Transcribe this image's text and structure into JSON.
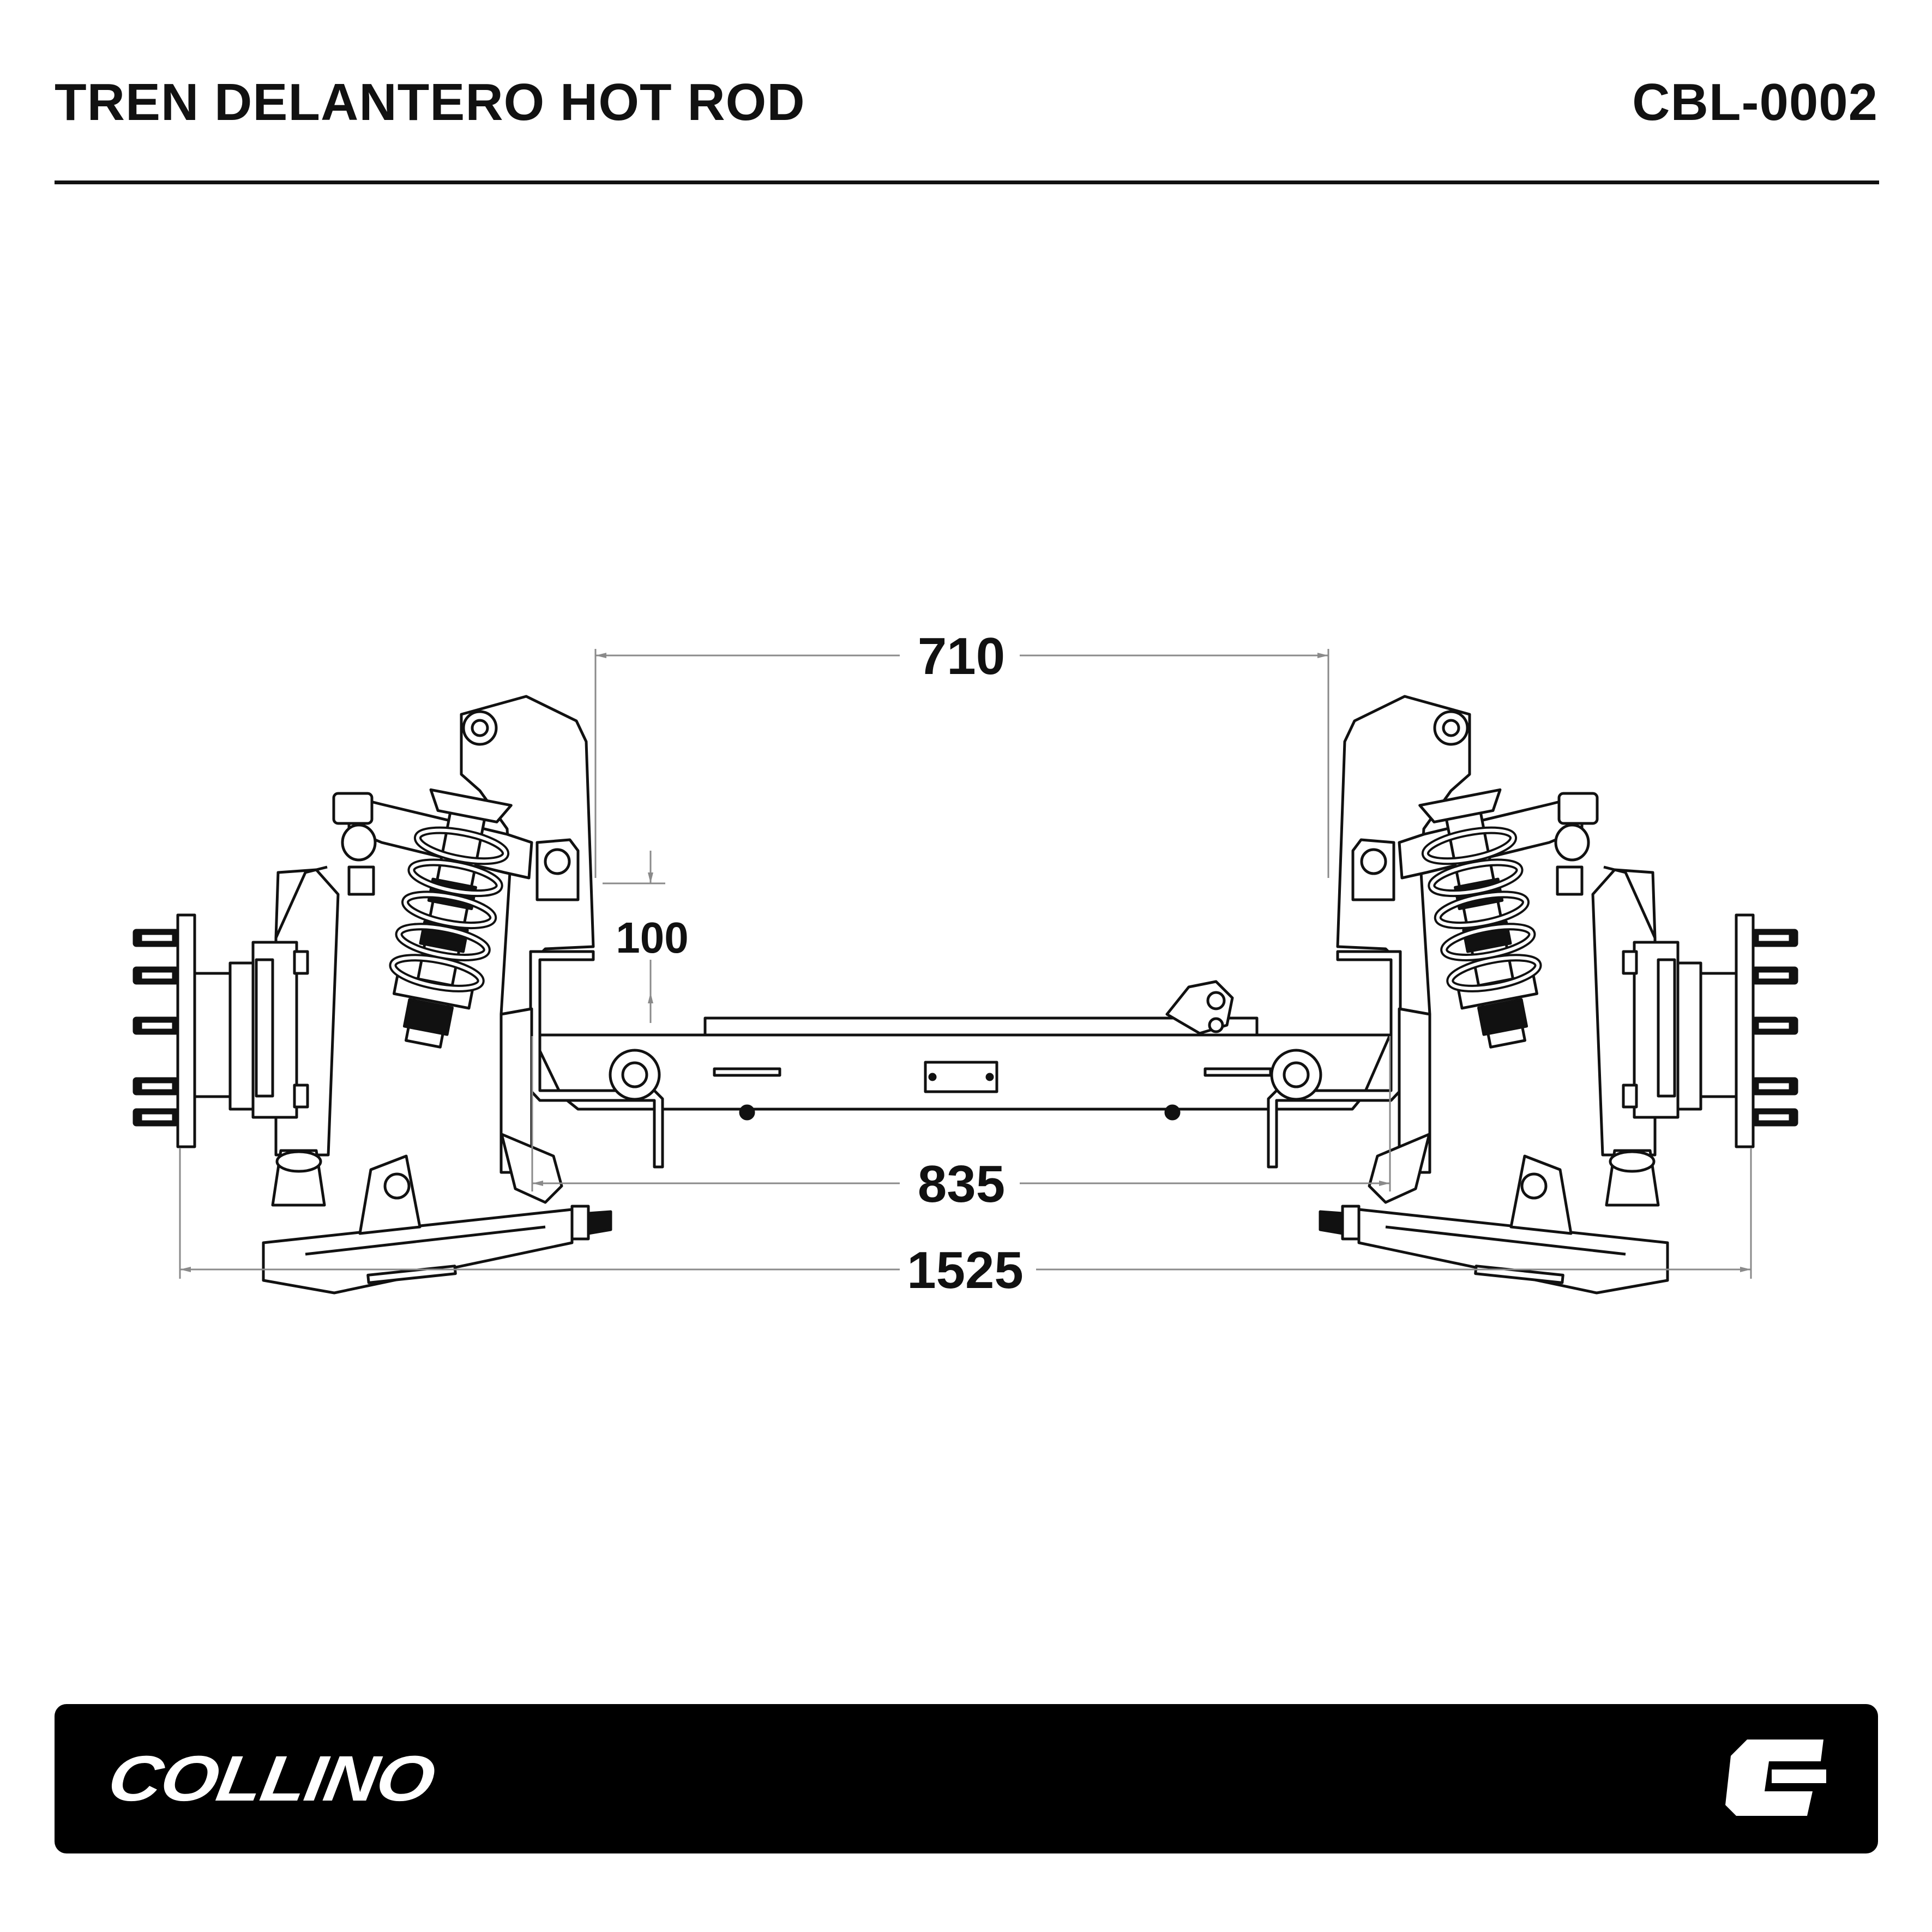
{
  "header": {
    "title": "TREN DELANTERO HOT ROD",
    "code": "CBL-0002"
  },
  "dimensions": {
    "upper_width": "710",
    "height_offset": "100",
    "frame_width": "835",
    "track_width": "1525"
  },
  "footer": {
    "brand": "COLLINO",
    "brand_mark": "C"
  },
  "colors": {
    "line": "#111111",
    "dimension_line": "#8a8a8a",
    "footer_bg": "#000000",
    "footer_text": "#ffffff"
  }
}
